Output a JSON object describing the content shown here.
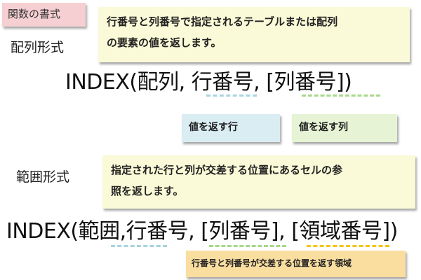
{
  "header": {
    "title_tag": "関数の書式"
  },
  "array_form": {
    "label": "配列形式",
    "description_line1": "行番号と列番号で指定されるテーブルまたは配列",
    "description_line2": "の要素の値を返します。",
    "formula": "INDEX(配列, 行番号, [列番号])",
    "annotations": [
      {
        "text": "値を返す行",
        "color": "#daedf3",
        "dash_color": "#a8d4e0"
      },
      {
        "text": "値を返す列",
        "color": "#e6f3d5",
        "dash_color": "#a8d88a"
      }
    ]
  },
  "range_form": {
    "label": "範囲形式",
    "description_line1": "指定された行と列が交差する位置にあるセルの参",
    "description_line2": "照を返します。",
    "formula": "INDEX(範囲,行番号, [列番号], [領域番号])",
    "annotations": [
      {
        "text": "行番号と列番号が交差する位置を返す領域",
        "color": "#f9dea0",
        "dash_color": "#f5c518"
      }
    ],
    "dash_colors": [
      "#a8d4e0",
      "#a8d88a",
      "#f5c518"
    ]
  }
}
